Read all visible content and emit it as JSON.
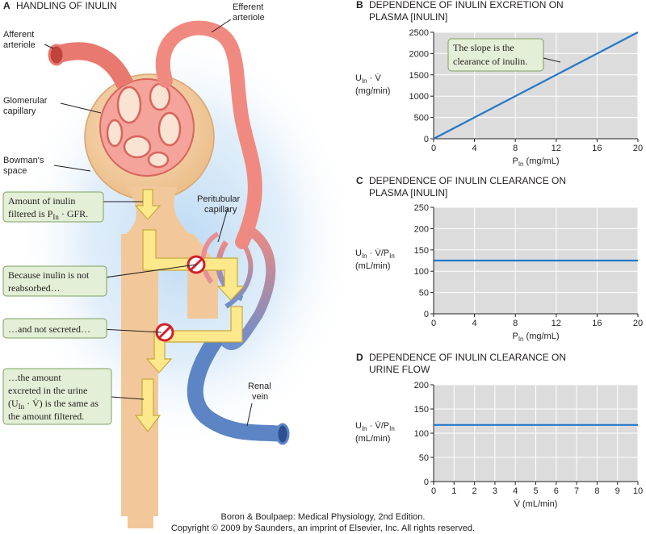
{
  "panel_a": {
    "letter": "A",
    "title": "HANDLING OF INULIN",
    "labels": {
      "efferent_1": "Efferent",
      "efferent_2": "arteriole",
      "afferent_1": "Afferent",
      "afferent_2": "arteriole",
      "glomerular_1": "Glomerular",
      "glomerular_2": "capillary",
      "bowmans_1": "Bowman's",
      "bowmans_2": "space",
      "peritubular_1": "Peritubular",
      "peritubular_2": "capillary",
      "renal_1": "Renal",
      "renal_2": "vein"
    },
    "boxes": {
      "filtered_1": "Amount of inulin",
      "filtered_2a": "filtered is P",
      "filtered_2sub": "In",
      "filtered_2b": " · GFR.",
      "reabsorbed_1": "Because inulin is not",
      "reabsorbed_2": "reabsorbed…",
      "secreted_1": "…and not secreted…",
      "excreted_1": "…the amount",
      "excreted_2": "excreted in the urine",
      "excreted_3a": "(U",
      "excreted_3sub": "In",
      "excreted_3b": " · V̇) is the same as",
      "excreted_4": "the amount filtered."
    }
  },
  "colors": {
    "vessel_red": "#f08a80",
    "vessel_blue": "#5d84c4",
    "tubule": "#f2c89a",
    "arrow_yellow": "#fde98c",
    "box_green": "#e3efd6",
    "plot_bg": "#dcdcdc",
    "line_blue": "#2477c9"
  },
  "chart_data": [
    {
      "id": "B",
      "type": "line",
      "letter": "B",
      "title_1": "DEPENDENCE OF INULIN EXCRETION ON",
      "title_2": "PLASMA [INULIN]",
      "ylabel_1a": "U",
      "ylabel_1sub": "In",
      "ylabel_1b": " · V̇",
      "ylabel_2": "(mg/min)",
      "xlabel_a": "P",
      "xlabel_sub": "In",
      "xlabel_b": " (mg/mL)",
      "xlim": [
        0,
        20
      ],
      "ylim": [
        0,
        2500
      ],
      "xticks": [
        0,
        4,
        8,
        12,
        16,
        20
      ],
      "yticks": [
        0,
        500,
        1000,
        1500,
        2000,
        2500
      ],
      "grid": true,
      "series": [
        {
          "x": [
            0,
            20
          ],
          "y": [
            0,
            2500
          ]
        }
      ],
      "annotation_1": "The slope is the",
      "annotation_2": "clearance of inulin."
    },
    {
      "id": "C",
      "type": "line",
      "letter": "C",
      "title_1": "DEPENDENCE OF INULIN CLEARANCE ON",
      "title_2": "PLASMA [INULIN]",
      "ylabel_1a": "U",
      "ylabel_1sub": "In",
      "ylabel_1b": " · V̇/P",
      "ylabel_1sub2": "In",
      "ylabel_2": "(mL/min)",
      "xlabel_a": "P",
      "xlabel_sub": "In",
      "xlabel_b": " (mg/mL)",
      "xlim": [
        0,
        20
      ],
      "ylim": [
        0,
        250
      ],
      "xticks": [
        0,
        4,
        8,
        12,
        16,
        20
      ],
      "yticks": [
        0,
        50,
        100,
        150,
        200,
        250
      ],
      "grid": true,
      "series": [
        {
          "x": [
            0,
            20
          ],
          "y": [
            125,
            125
          ]
        }
      ]
    },
    {
      "id": "D",
      "type": "line",
      "letter": "D",
      "title_1": "DEPENDENCE OF INULIN CLEARANCE ON",
      "title_2": "URINE FLOW",
      "ylabel_1a": "U",
      "ylabel_1sub": "In",
      "ylabel_1b": " · V̇/P",
      "ylabel_1sub2": "In",
      "ylabel_2": "(mL/min)",
      "xlabel_a": "V̇ (mL/min)",
      "xlabel_sub": "",
      "xlabel_b": "",
      "xlim": [
        0,
        10
      ],
      "ylim": [
        0,
        200
      ],
      "xticks": [
        0,
        1,
        2,
        3,
        4,
        5,
        6,
        7,
        8,
        9,
        10
      ],
      "yticks": [
        0,
        50,
        100,
        150,
        200
      ],
      "grid": true,
      "series": [
        {
          "x": [
            0,
            10
          ],
          "y": [
            117,
            117
          ]
        }
      ]
    }
  ],
  "credit": {
    "line1": "Boron & Boulpaep: Medical Physiology, 2nd Edition.",
    "line2": "Copyright © 2009 by Saunders, an imprint of Elsevier, Inc. All rights reserved."
  }
}
